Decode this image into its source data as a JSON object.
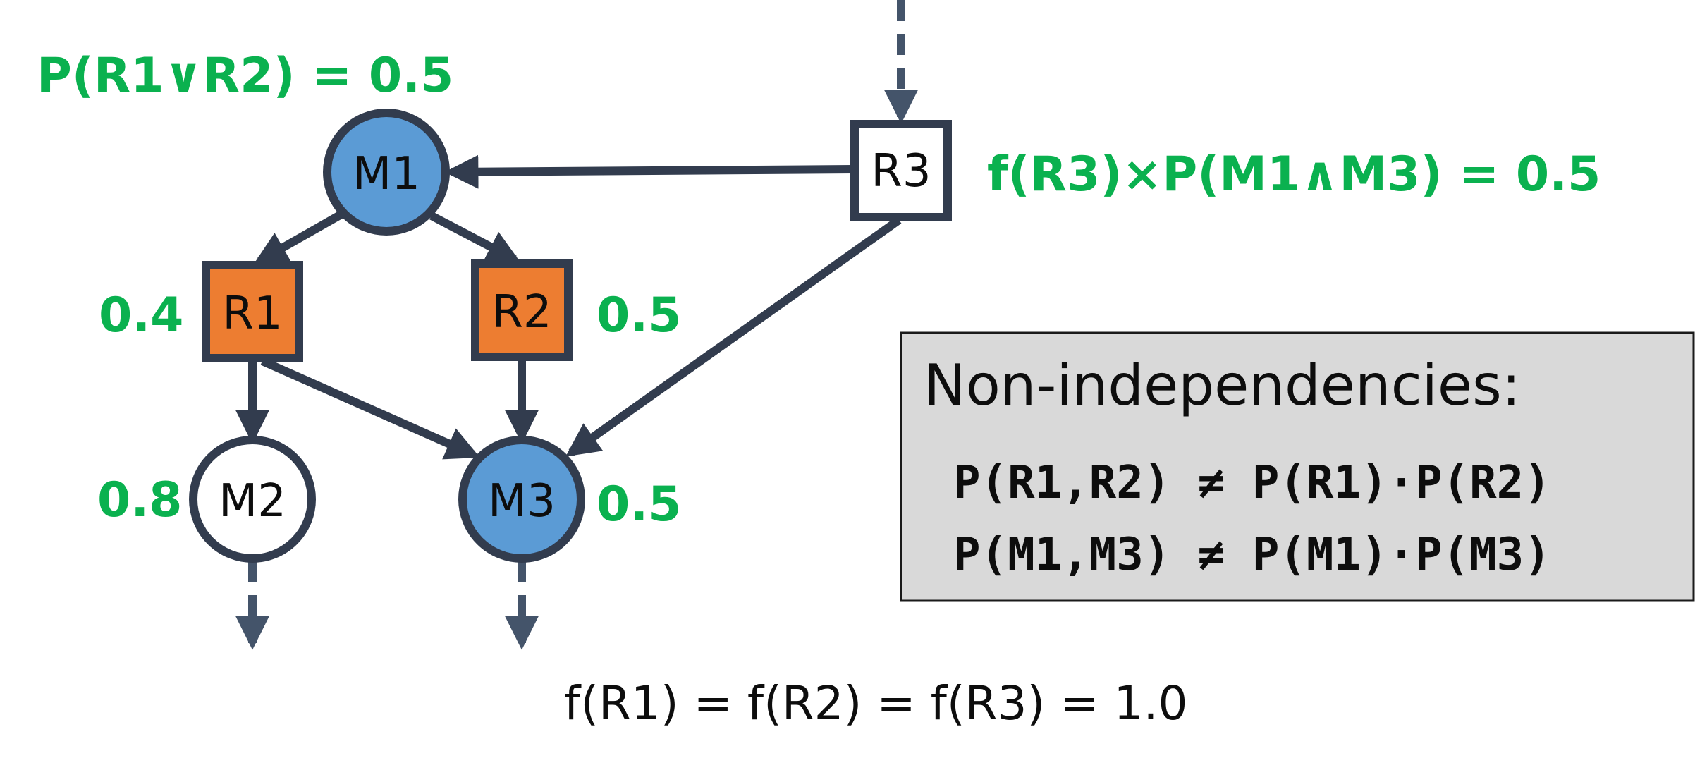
{
  "nodes": {
    "M1": {
      "label": "M1",
      "shape": "circle",
      "color": "#5b9bd5"
    },
    "M2": {
      "label": "M2",
      "shape": "circle",
      "color": "#ffffff"
    },
    "M3": {
      "label": "M3",
      "shape": "circle",
      "color": "#5b9bd5"
    },
    "R1": {
      "label": "R1",
      "shape": "square",
      "color": "#ed7d31"
    },
    "R2": {
      "label": "R2",
      "shape": "square",
      "color": "#ed7d31"
    },
    "R3": {
      "label": "R3",
      "shape": "square",
      "color": "#ffffff"
    }
  },
  "probabilities": {
    "m1_or": "P(R1∨R2) = 0.5",
    "r1": "0.4",
    "r2": "0.5",
    "m2": "0.8",
    "m3": "0.5",
    "r3": "f(R3)×P(M1∧M3) = 0.5"
  },
  "footer_formula": "f(R1) = f(R2) = f(R3) = 1.0",
  "box": {
    "title": "Non-independencies:",
    "line1": "P(R1,R2) ≠ P(R1)·P(R2)",
    "line2": "P(M1,M3) ≠ P(M1)·P(M3)"
  },
  "colors": {
    "accent_green": "#0ab14f",
    "edge": "#323c4e",
    "dashed_edge": "#44546a",
    "box_fill": "#d9d9d9"
  }
}
